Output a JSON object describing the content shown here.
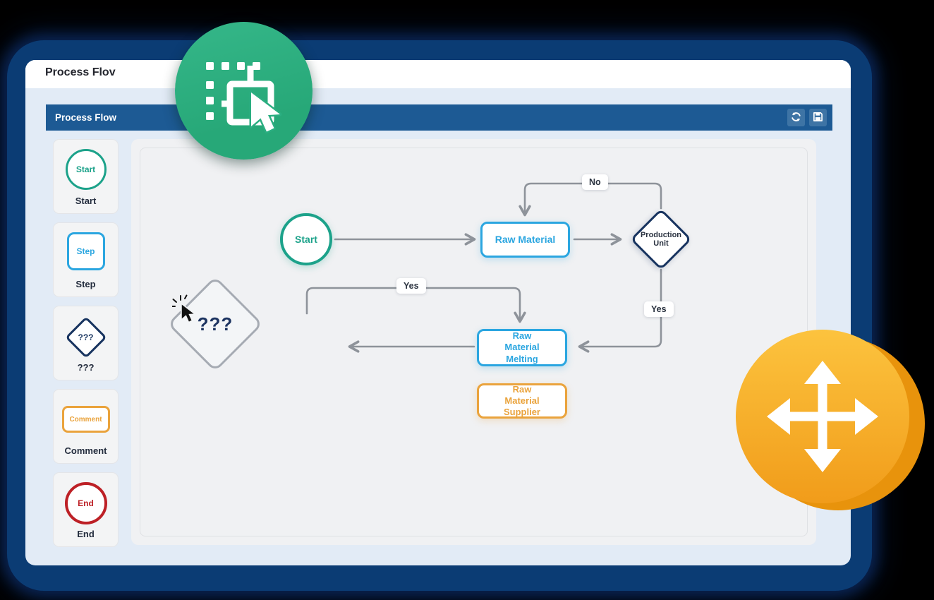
{
  "window": {
    "title": "Process Flov"
  },
  "panel": {
    "title": "Process Flow",
    "actions": [
      {
        "name": "refresh",
        "icon": "refresh-icon"
      },
      {
        "name": "save",
        "icon": "save-icon"
      }
    ]
  },
  "palette": {
    "items": [
      {
        "id": "start",
        "shape": "circle",
        "shape_text": "Start",
        "label": "Start",
        "color": "#1ca28a"
      },
      {
        "id": "step",
        "shape": "rounded-square",
        "shape_text": "Step",
        "label": "Step",
        "color": "#2ba6e0"
      },
      {
        "id": "decision",
        "shape": "diamond",
        "shape_text": "???",
        "label": "???",
        "color": "#17335f"
      },
      {
        "id": "comment",
        "shape": "rounded-rect",
        "shape_text": "Comment",
        "label": "Comment",
        "color": "#eaa33c"
      },
      {
        "id": "end",
        "shape": "circle",
        "shape_text": "End",
        "label": "End",
        "color": "#bd2026"
      }
    ]
  },
  "canvas": {
    "nodes": [
      {
        "id": "start",
        "type": "circle",
        "text": "Start",
        "color": "#1ca28a"
      },
      {
        "id": "raw-material",
        "type": "rect",
        "text": "Raw Material",
        "color": "#2ba6e0"
      },
      {
        "id": "production-unit",
        "type": "diamond",
        "text": "Production Unit",
        "color": "#17335f"
      },
      {
        "id": "unknown-decision",
        "type": "diamond",
        "text": "???",
        "color": "#a6abb3"
      },
      {
        "id": "raw-material-melting",
        "type": "rect",
        "text": "Raw Material Melting",
        "color": "#2ba6e0"
      },
      {
        "id": "raw-material-supplier",
        "type": "rect",
        "text": "Raw Material Supplier",
        "color": "#eaa33c"
      }
    ],
    "edge_labels": {
      "no": "No",
      "yes_loop": "Yes",
      "yes_right": "Yes"
    }
  },
  "decor": {
    "green_badge_icon": "drag-select-icon",
    "orange_badge_icon": "move-icon"
  },
  "colors": {
    "backdrop_navy": "#0b3c74",
    "panel_header_blue": "#1d5a94",
    "window_body": "#e2ebf6",
    "canvas_bg": "#f0f1f3",
    "arrow_gray": "#8e939a",
    "teal": "#1ca28a",
    "blue": "#2ba6e0",
    "navy": "#17335f",
    "orange": "#eaa33c",
    "red": "#bd2026",
    "badge_green": "#2bae81",
    "badge_orange": "#f5a726"
  }
}
